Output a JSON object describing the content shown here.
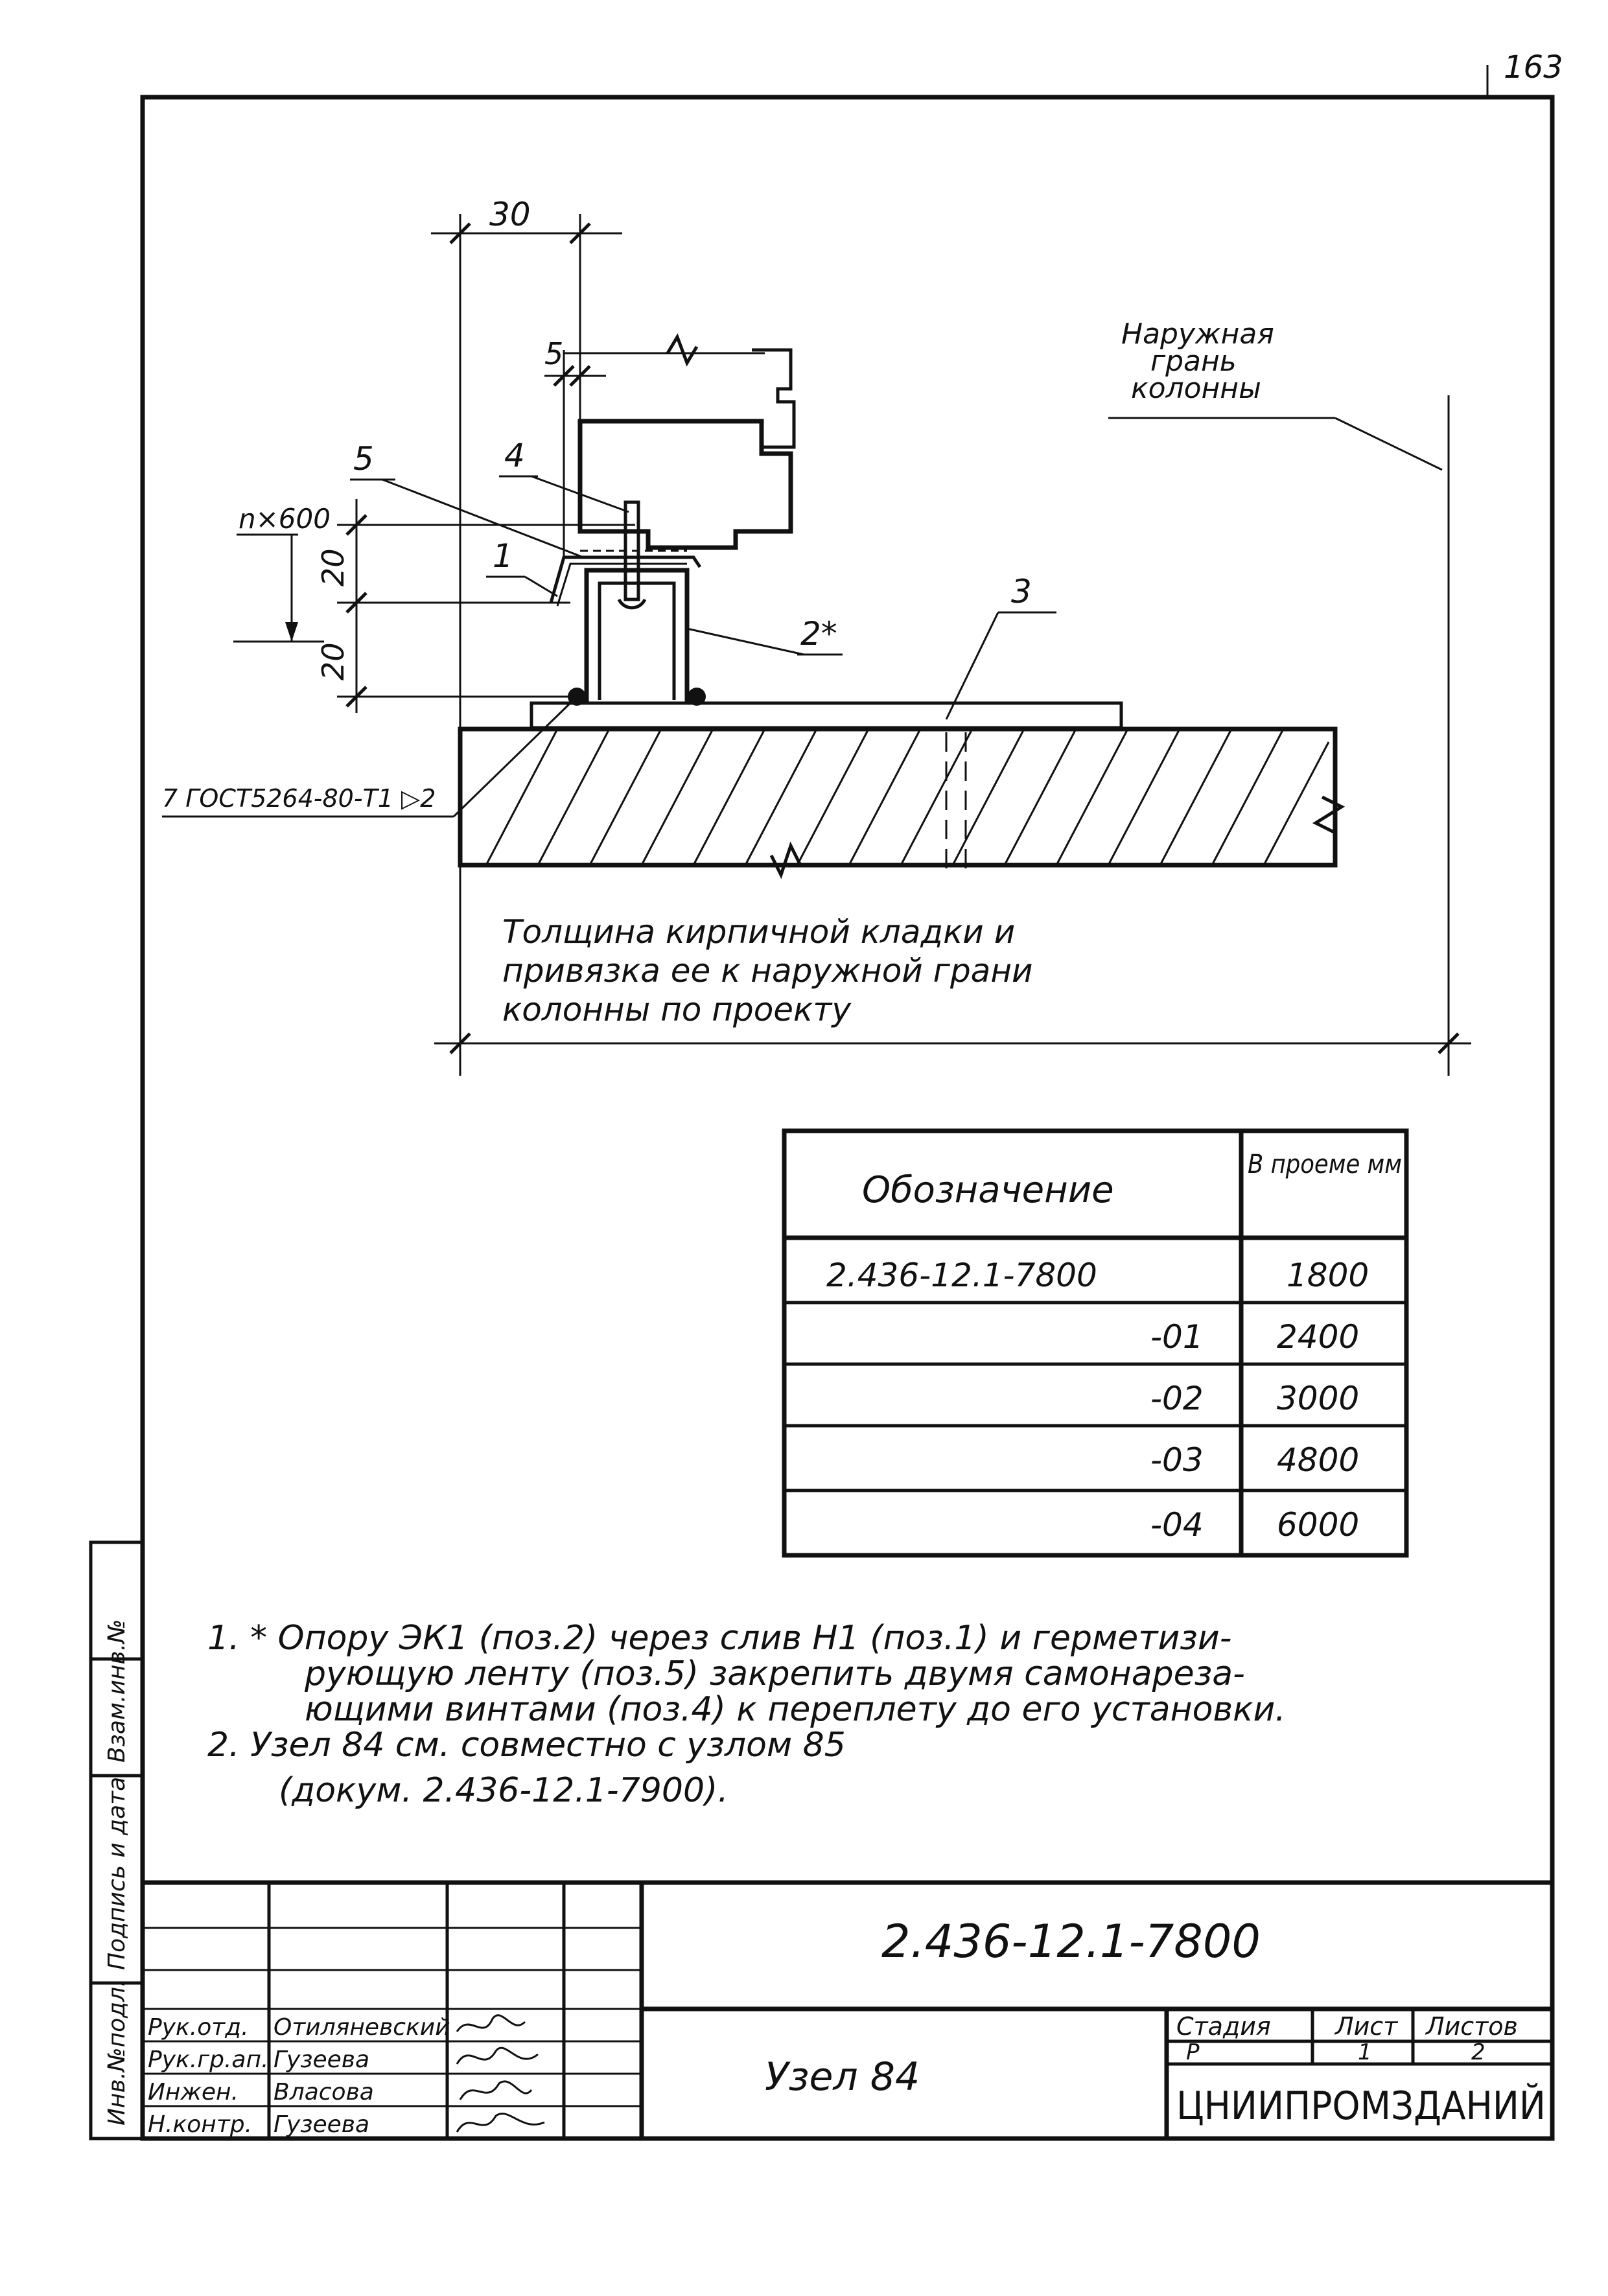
{
  "page_number": "163",
  "dimensions": {
    "d30": "30",
    "d5": "5",
    "d20a": "20",
    "d20b": "20",
    "pitch": "n×600"
  },
  "positions": {
    "p1": "1",
    "p2": "2*",
    "p3": "3",
    "p4": "4",
    "p5": "5"
  },
  "weld_callout": "7 ГОСТ5264-80-Т1 ▷2",
  "outer_face_note": [
    "Наружная",
    "грань",
    "колонны"
  ],
  "masonry_note": [
    "Толщина кирпичной кладки и",
    "привязка ее к наружной грани",
    "колонны по проекту"
  ],
  "spec_table": {
    "headers": [
      "Обозначение",
      "В проеме мм"
    ],
    "rows": [
      {
        "designation": "2.436-12.1-7800",
        "size": "1800"
      },
      {
        "designation": "-01",
        "size": "2400"
      },
      {
        "designation": "-02",
        "size": "3000"
      },
      {
        "designation": "-03",
        "size": "4800"
      },
      {
        "designation": "-04",
        "size": "6000"
      }
    ]
  },
  "notes": [
    "1. * Опору ЭК1 (поз.2) через слив Н1 (поз.1) и герметизи-",
    "рующую ленту (поз.5) закрепить двумя самонареза-",
    "ющими винтами (поз.4) к переплету до его установки.",
    "2. Узел 84 см. совместно с узлом 85",
    "(докум. 2.436-12.1-7900)."
  ],
  "side_stamp": [
    "Инв.№подл.",
    "Подпись и дата",
    "Взам.инв.№"
  ],
  "title_block": {
    "document_code": "2.436-12.1-7800",
    "title": "Узел 84",
    "stage_label": "Стадия",
    "sheet_label": "Лист",
    "sheets_label": "Листов",
    "stage": "Р",
    "sheet": "1",
    "sheets": "2",
    "organization": "ЦНИИПРОМЗДАНИЙ",
    "roles": [
      "Рук.отд.",
      "Рук.гр.ап.",
      "Инжен.",
      "Н.контр."
    ],
    "names": [
      "Отиляневский",
      "Гузеева",
      "Власова",
      "Гузеева"
    ]
  }
}
